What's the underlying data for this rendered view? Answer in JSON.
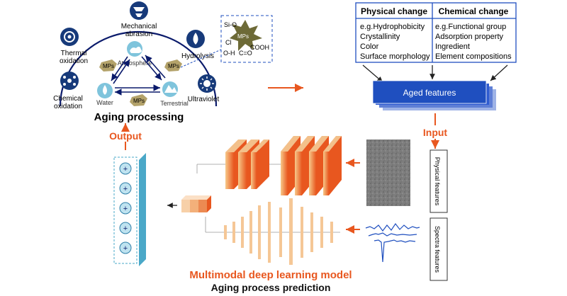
{
  "aging": {
    "title": "Aging processing",
    "mechanical": [
      "Mechanical",
      "abrasion"
    ],
    "thermal": [
      "Thermal",
      "oxidation"
    ],
    "chemical": [
      "Chemical",
      "oxidation"
    ],
    "hydrolysis": "Hydrolysis",
    "ultraviolet": "Ultraviolet",
    "atmosphere": "Atmosphere",
    "water": "Water",
    "terrestrial": "Terrestrial",
    "mps": "MPs",
    "inset": {
      "si_o": "Si-O",
      "mps": "MPs",
      "cl": "Cl",
      "cooh": "COOH",
      "oh": "O-H",
      "co": "C=O"
    }
  },
  "table": {
    "physical_header": "Physical change",
    "chemical_header": "Chemical change",
    "physical_items": [
      "e.g.Hydrophobicity",
      "Crystallinity",
      "Color",
      "Surface morphology"
    ],
    "chemical_items": [
      "e.g.Functional group",
      "Adsorption property",
      "Ingredient",
      "Element compositions"
    ]
  },
  "aged_features": "Aged features",
  "input_label": "Input",
  "output_label": "Output",
  "physical_features": "Physical features",
  "spectra_features": "Spectra features",
  "model_title": "Multimodal deep learning model",
  "prediction_title": "Aging process prediction",
  "colors": {
    "orange": "#e8571f",
    "blue": "#1f4fbf",
    "navy": "#0a1a6b",
    "teal": "#4aa8c8"
  }
}
